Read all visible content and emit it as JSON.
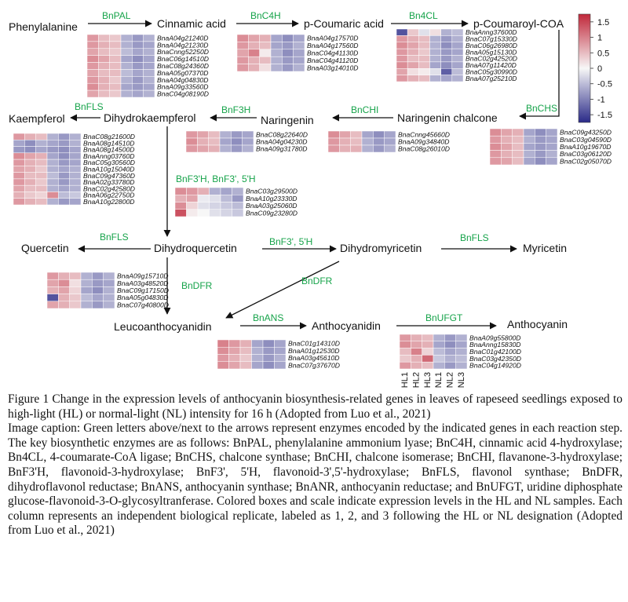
{
  "palette": {
    "high": "#c0283a",
    "mid": "#f7f7f7",
    "low": "#2a2a88",
    "enzyme": "#16a34a"
  },
  "compounds": [
    {
      "id": "phe",
      "text": "Phenylalanine"
    },
    {
      "id": "cin",
      "text": "Cinnamic acid"
    },
    {
      "id": "pcou",
      "text": "p-Coumaric acid"
    },
    {
      "id": "pcoa",
      "text": "p-Coumaroyl-COA"
    },
    {
      "id": "kae",
      "text": "Kaempferol"
    },
    {
      "id": "dhk",
      "text": "Dihydrokaempferol"
    },
    {
      "id": "nar",
      "text": "Naringenin"
    },
    {
      "id": "narc",
      "text": "Naringenin chalcone"
    },
    {
      "id": "que",
      "text": "Quercetin"
    },
    {
      "id": "dhq",
      "text": "Dihydroquercetin"
    },
    {
      "id": "dhm",
      "text": "Dihydromyricetin"
    },
    {
      "id": "myr",
      "text": "Myricetin"
    },
    {
      "id": "leu",
      "text": "Leucoanthocyanidin"
    },
    {
      "id": "ant",
      "text": "Anthocyanidin"
    },
    {
      "id": "acy",
      "text": "Anthocyanin"
    }
  ],
  "enzymes": [
    {
      "id": "pal",
      "text": "BnPAL"
    },
    {
      "id": "c4h",
      "text": "BnC4H"
    },
    {
      "id": "4cl",
      "text": "Bn4CL"
    },
    {
      "id": "chs",
      "text": "BnCHS"
    },
    {
      "id": "chi",
      "text": "BnCHI"
    },
    {
      "id": "f3h",
      "text": "BnF3H"
    },
    {
      "id": "fls1",
      "text": "BnFLS"
    },
    {
      "id": "f35h_mid",
      "text": "BnF3'H, BnF3', 5'H"
    },
    {
      "id": "fls2",
      "text": "BnFLS"
    },
    {
      "id": "f35h",
      "text": "BnF3', 5'H"
    },
    {
      "id": "fls3",
      "text": "BnFLS"
    },
    {
      "id": "dfr1",
      "text": "BnDFR"
    },
    {
      "id": "dfr2",
      "text": "BnDFR"
    },
    {
      "id": "ans",
      "text": "BnANS"
    },
    {
      "id": "ufgt",
      "text": "BnUFGT"
    }
  ],
  "scale": {
    "ticks": [
      "1.5",
      "1",
      "0.5",
      "0",
      "-0.5",
      "-1",
      "-1.5"
    ],
    "max": 1.75,
    "min": -1.75
  },
  "replicates": [
    "HL1",
    "HL2",
    "HL3",
    "NL1",
    "NL2",
    "NL3"
  ],
  "heatmaps": [
    {
      "id": "pal",
      "genes": [
        "BnaA04g21240D",
        "BnaA04g21230D",
        "BnaCnng52250D",
        "BnaC06g14510D",
        "BnaC08g24360D",
        "BnaA05g07370D",
        "BnaA04g04830D",
        "BnaA09g33560D",
        "BnaC04g08190D"
      ],
      "values": [
        [
          0.8,
          0.5,
          0.4,
          -0.6,
          -0.8,
          -0.6
        ],
        [
          0.8,
          0.6,
          0.5,
          -0.6,
          -0.8,
          -0.7
        ],
        [
          0.7,
          0.5,
          0.4,
          -0.5,
          -0.7,
          -0.6
        ],
        [
          0.9,
          0.7,
          0.5,
          -0.7,
          -0.9,
          -0.7
        ],
        [
          0.8,
          0.6,
          0.5,
          -0.6,
          -0.8,
          -0.7
        ],
        [
          0.7,
          0.5,
          0.5,
          -0.5,
          -0.7,
          -0.6
        ],
        [
          0.8,
          0.6,
          0.4,
          -0.6,
          -0.8,
          -0.6
        ],
        [
          0.9,
          0.6,
          0.5,
          -0.7,
          -0.8,
          -0.7
        ],
        [
          0.7,
          0.5,
          0.4,
          -0.6,
          -0.7,
          -0.6
        ]
      ]
    },
    {
      "id": "c4h",
      "genes": [
        "BnaA04g17570D",
        "BnaA04g17560D",
        "BnaC04g41130D",
        "BnaC04g41120D",
        "BnaA03g14010D"
      ],
      "values": [
        [
          0.9,
          0.7,
          0.6,
          -0.7,
          -0.9,
          -0.7
        ],
        [
          0.8,
          0.6,
          0.5,
          -0.7,
          -0.8,
          -0.6
        ],
        [
          0.7,
          1.0,
          0.1,
          -0.6,
          -0.9,
          -0.7
        ],
        [
          0.8,
          0.6,
          0.5,
          -0.6,
          -0.8,
          -0.7
        ],
        [
          0.8,
          0.6,
          0.2,
          -0.6,
          -0.8,
          -0.6
        ]
      ]
    },
    {
      "id": "4cl",
      "genes": [
        "BnaAnng37600D",
        "BnaC07g15330D",
        "BnaC06g26980D",
        "BnaA05g15130D",
        "BnaC02g42520D",
        "BnaA07g11420D",
        "BnaC05g30990D",
        "BnaA07g25210D"
      ],
      "values": [
        [
          -1.4,
          0.4,
          -0.2,
          0.2,
          -0.6,
          -0.5
        ],
        [
          0.8,
          0.6,
          0.5,
          -0.6,
          -0.8,
          -0.6
        ],
        [
          0.9,
          0.7,
          0.5,
          -0.6,
          -0.9,
          -0.7
        ],
        [
          0.8,
          0.6,
          0.4,
          -0.6,
          -0.8,
          -0.7
        ],
        [
          0.8,
          0.5,
          0.5,
          -0.6,
          -0.8,
          -0.6
        ],
        [
          0.9,
          0.7,
          0.5,
          -0.7,
          -0.9,
          -0.7
        ],
        [
          0.7,
          0.2,
          0.1,
          -0.2,
          -1.3,
          -0.5
        ],
        [
          0.8,
          0.6,
          0.5,
          -0.6,
          -0.7,
          -0.6
        ]
      ]
    },
    {
      "id": "chs",
      "genes": [
        "BnaC09g43250D",
        "BnaC03g04590D",
        "BnaA10g19670D",
        "BnaC03g06120D",
        "BnaC02g05070D"
      ],
      "values": [
        [
          0.9,
          0.7,
          0.6,
          -0.7,
          -0.9,
          -0.7
        ],
        [
          0.8,
          0.6,
          0.5,
          -0.6,
          -0.8,
          -0.7
        ],
        [
          0.9,
          0.7,
          0.5,
          -0.7,
          -0.8,
          -0.7
        ],
        [
          0.8,
          0.6,
          0.5,
          -0.6,
          -0.8,
          -0.6
        ],
        [
          0.8,
          0.7,
          0.5,
          -0.7,
          -0.9,
          -0.7
        ]
      ]
    },
    {
      "id": "chi",
      "genes": [
        "BnaCnng45660D",
        "BnaA09g34840D",
        "BnaC08g26010D"
      ],
      "values": [
        [
          0.9,
          0.7,
          0.5,
          -0.7,
          -0.9,
          -0.7
        ],
        [
          0.8,
          0.6,
          0.5,
          -0.6,
          -0.8,
          -0.7
        ],
        [
          0.8,
          0.6,
          0.6,
          -0.6,
          -0.8,
          -0.6
        ]
      ]
    },
    {
      "id": "f3h",
      "genes": [
        "BnaC08g22640D",
        "BnaA04g04230D",
        "BnaA09g31780D"
      ],
      "values": [
        [
          0.8,
          0.7,
          0.5,
          -0.6,
          -0.8,
          -0.7
        ],
        [
          0.9,
          0.6,
          0.5,
          -0.7,
          -0.9,
          -0.7
        ],
        [
          0.8,
          0.7,
          0.6,
          -0.6,
          -0.8,
          -0.6
        ]
      ]
    },
    {
      "id": "fls",
      "genes": [
        "BnaC08g21600D",
        "BnaA08g14510D",
        "BnaA08g14500D",
        "BnaAnng03760D",
        "BnaC05g30560D",
        "BnaA10g15040D",
        "BnaC09g47360D",
        "BnaA02g33780D",
        "BnaC02g42580D",
        "BnaA06g22750D",
        "BnaA10g22800D"
      ],
      "values": [
        [
          0.8,
          0.6,
          0.5,
          -0.6,
          -0.8,
          -0.6
        ],
        [
          -0.7,
          -0.9,
          -0.6,
          -0.7,
          -0.8,
          -0.6
        ],
        [
          -0.8,
          -0.9,
          -0.7,
          -0.8,
          -0.9,
          -0.7
        ],
        [
          0.9,
          0.7,
          0.6,
          -0.7,
          -0.9,
          -0.7
        ],
        [
          0.8,
          0.6,
          0.5,
          -0.6,
          -0.8,
          -0.7
        ],
        [
          0.7,
          0.6,
          0.4,
          -0.6,
          -0.7,
          -0.6
        ],
        [
          0.8,
          0.5,
          0.5,
          -0.5,
          -0.8,
          -0.6
        ],
        [
          0.8,
          0.6,
          0.4,
          -0.6,
          -0.8,
          -0.6
        ],
        [
          0.7,
          0.5,
          0.5,
          -0.6,
          -0.7,
          -0.6
        ],
        [
          0.6,
          0.4,
          0.3,
          0.9,
          -0.5,
          -0.4
        ],
        [
          0.8,
          0.6,
          0.5,
          -0.6,
          -0.8,
          -0.7
        ]
      ]
    },
    {
      "id": "f35h",
      "genes": [
        "BnaC03g29500D",
        "BnaA10g23330D",
        "BnaA03g25060D",
        "BnaC09g23280D"
      ],
      "values": [
        [
          0.9,
          0.8,
          0.6,
          -0.6,
          -0.7,
          -0.6
        ],
        [
          0.6,
          0.7,
          -0.1,
          -0.2,
          -0.5,
          -0.8
        ],
        [
          0.9,
          0.3,
          -0.2,
          -0.3,
          -0.4,
          -0.5
        ],
        [
          1.4,
          0.1,
          0.0,
          -0.2,
          -0.3,
          -0.4
        ]
      ]
    },
    {
      "id": "dfr",
      "genes": [
        "BnaA09g15710D",
        "BnaA03g48520D",
        "BnaC09g17150D",
        "BnaA05g04830D",
        "BnaC07g40800D"
      ],
      "values": [
        [
          0.8,
          0.6,
          0.5,
          -0.6,
          -0.8,
          -0.6
        ],
        [
          0.7,
          0.9,
          0.2,
          -0.6,
          -0.8,
          -0.7
        ],
        [
          0.6,
          0.7,
          0.3,
          -0.7,
          -0.9,
          -0.6
        ],
        [
          -1.4,
          0.6,
          0.4,
          -0.5,
          -0.7,
          -0.6
        ],
        [
          0.7,
          0.6,
          0.4,
          -0.6,
          -0.8,
          -0.6
        ]
      ]
    },
    {
      "id": "ans",
      "genes": [
        "BnaC01g14310D",
        "BnaA01g12530D",
        "BnaA03g45610D",
        "BnaC07g37670D"
      ],
      "values": [
        [
          1.0,
          0.8,
          0.6,
          -0.7,
          -0.9,
          -0.7
        ],
        [
          0.9,
          0.7,
          0.5,
          -0.6,
          -0.8,
          -0.7
        ],
        [
          0.8,
          0.6,
          0.4,
          -0.6,
          -0.8,
          -0.6
        ],
        [
          0.9,
          0.7,
          0.5,
          -0.7,
          -0.9,
          -0.7
        ]
      ]
    },
    {
      "id": "ufgt",
      "genes": [
        "BnaA09g55800D",
        "BnaAnng15830D",
        "BnaC01g42100D",
        "BnaC03g42350D",
        "BnaC04g14920D"
      ],
      "values": [
        [
          0.8,
          0.6,
          0.5,
          -0.6,
          -0.8,
          -0.6
        ],
        [
          0.9,
          0.7,
          0.6,
          -0.7,
          -0.9,
          -0.7
        ],
        [
          0.5,
          1.0,
          0.3,
          -0.5,
          -0.7,
          -0.6
        ],
        [
          0.4,
          0.6,
          1.2,
          -0.4,
          -0.6,
          -0.5
        ],
        [
          0.8,
          0.6,
          0.5,
          -0.6,
          -0.8,
          -0.6
        ]
      ]
    }
  ],
  "caption": {
    "figure": "Figure 1 Change in the expression levels of anthocyanin biosynthesis-related genes in leaves of rapeseed seedlings exposed to high-light (HL) or normal-light (NL) intensity for 16 h (Adopted from Luo et al., 2021)",
    "image": "Image caption: Green letters above/next to the arrows represent enzymes encoded by the indicated genes in each reaction step. The key biosynthetic enzymes are as follows: BnPAL, phenylalanine ammonium lyase; BnC4H, cinnamic acid 4-hydroxylase; Bn4CL, 4-coumarate-CoA ligase; BnCHS, chalcone synthase; BnCHI, chalcone isomerase; BnCHI, flavanone-3-hydroxylase; BnF3'H, flavonoid-3-hydroxylase; BnF3', 5'H, flavonoid-3',5'-hydroxylase; BnFLS, flavonol synthase; BnDFR, dihydroflavonol reductase; BnANS, anthocyanin synthase; BnANR, anthocyanin reductase; and BnUFGT, uridine diphosphate glucose-flavonoid-3-O-glycosyltranferase. Colored boxes and scale indicate expression levels in the HL and NL samples. Each column represents an independent biological replicate, labeled as 1, 2, and 3 following the HL or NL designation (Adopted from Luo et al., 2021)"
  }
}
